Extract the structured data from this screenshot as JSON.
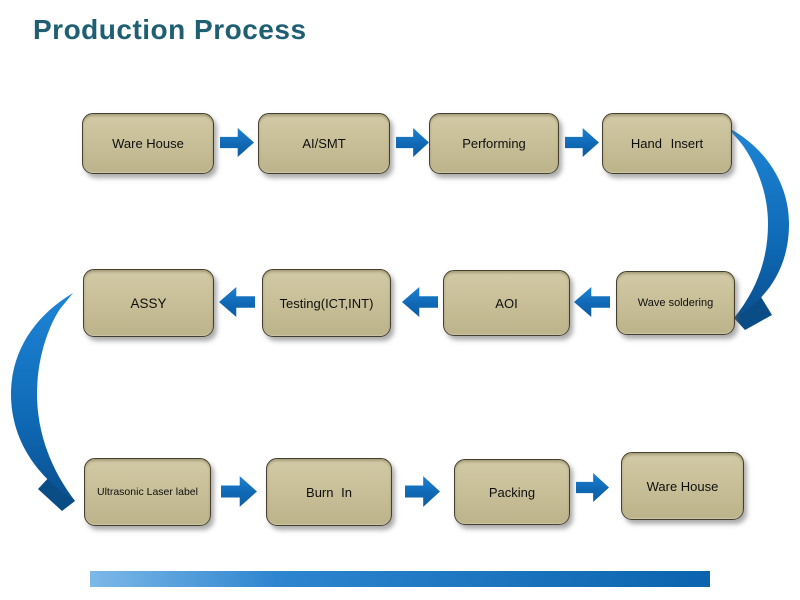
{
  "title": "Production Process",
  "rows": [
    {
      "direction": "left-to-right",
      "boxes": [
        "Ware House",
        "AI/SMT",
        "Performing",
        "Hand Insert"
      ]
    },
    {
      "direction": "right-to-left",
      "boxes": [
        "Wave soldering",
        "AOI",
        "Testing(ICT,INT)",
        "ASSY"
      ]
    },
    {
      "direction": "left-to-right",
      "boxes": [
        "Ultrasonic Laser label",
        "Burn In",
        "Packing",
        "Ware House"
      ]
    }
  ],
  "colors": {
    "title_text": "#1f5f73",
    "box_fill": "#c9c099",
    "box_border": "#45402e",
    "arrow_blue": "#1172be",
    "arrow_dark_tip": "#0a4c86",
    "footer_bar_left": "#7db8e8",
    "footer_bar_right": "#0c63ae"
  }
}
